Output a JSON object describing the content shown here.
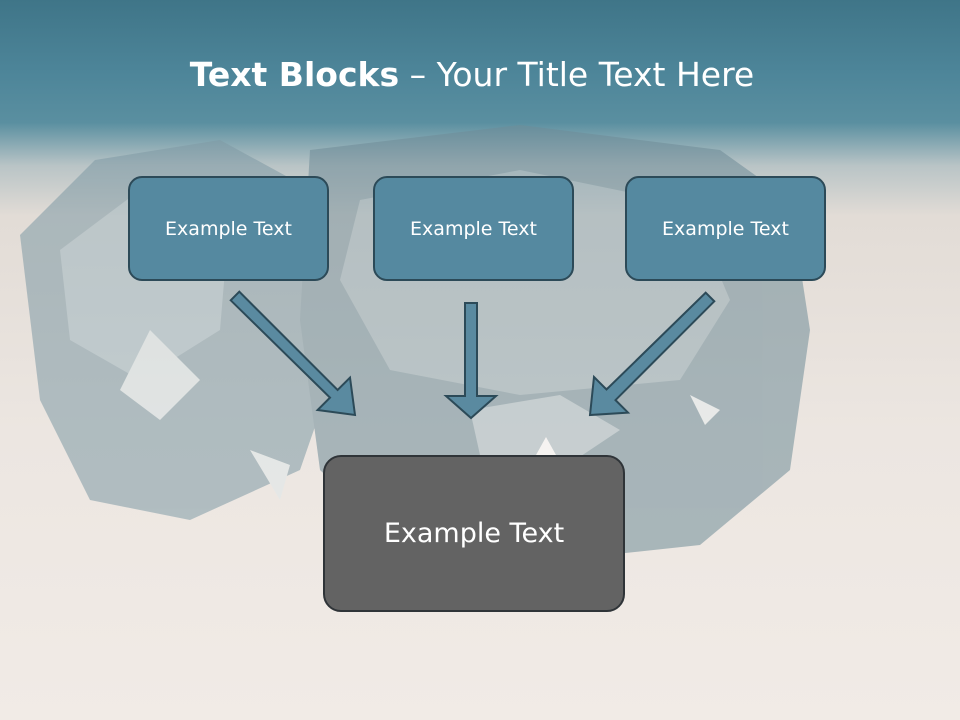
{
  "slide": {
    "title_bold": "Text Blocks",
    "title_dash": " – ",
    "title_rest": "Your Title Text Here",
    "blocks": [
      {
        "label": "Example Text"
      },
      {
        "label": "Example Text"
      },
      {
        "label": "Example Text"
      }
    ],
    "center_block": {
      "label": "Example Text"
    }
  },
  "colors": {
    "header": "#4d8599",
    "block_fill": "#5589a0",
    "block_border": "#2c4a58",
    "center_fill": "#636363",
    "arrow_fill": "#5a8aa0"
  }
}
